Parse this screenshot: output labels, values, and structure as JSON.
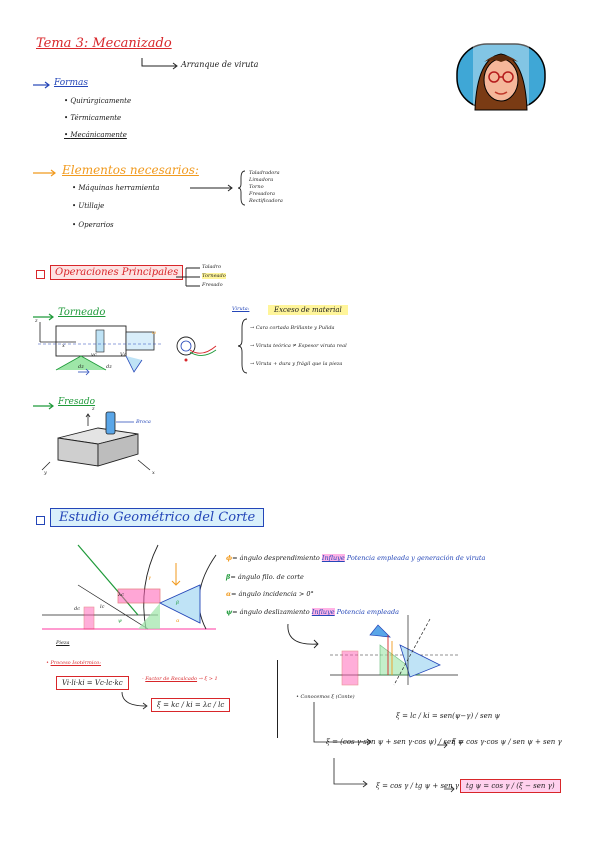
{
  "title": {
    "main": "Tema 3: Mecanizado",
    "sub": "Arranque de viruta"
  },
  "formas": {
    "heading": "Formas",
    "items": [
      "Quirúrgicamente",
      "Térmicamente",
      "Mecánicamente"
    ]
  },
  "elementos": {
    "heading": "Elementos necesarios:",
    "items": [
      "Máquinas herramienta",
      "Utillaje",
      "Operarios"
    ],
    "maquinas": [
      "Taladradora",
      "Limadora",
      "Torno",
      "Fresadora",
      "Rectificadora"
    ]
  },
  "operaciones": {
    "heading": "Operaciones Principales",
    "items": [
      "Taladro",
      "Torneado",
      "Fresado"
    ]
  },
  "torneado": {
    "heading": "Torneado",
    "diagram_labels": [
      "x",
      "z",
      "ω",
      "Vc",
      "vc",
      "dz",
      "dz"
    ],
    "viruta_label": "Viruta:",
    "viruta_def": "Exceso de material",
    "viruta_items": [
      "Cara cortada Brillante y Pulida",
      "Viruta teórica ≠ Espesor viruta real",
      "Viruta + dura y frágil que la pieza"
    ]
  },
  "fresado": {
    "heading": "Fresado",
    "labels": [
      "z",
      "Broca",
      "y",
      "x"
    ]
  },
  "estudio": {
    "heading": "Estudio Geométrico del Corte",
    "defs": [
      {
        "sym": "ϕ",
        "text": "= ángulo desprendimiento",
        "hl": "Influye",
        "tail": "Potencia empleada y generación de viruta"
      },
      {
        "sym": "β",
        "text": "= ángulo filo. de corte",
        "hl": "",
        "tail": ""
      },
      {
        "sym": "α",
        "text": "= ángulo incidencia > 0°",
        "hl": "",
        "tail": ""
      },
      {
        "sym": "ψ",
        "text": "= ángulo deslizamiento",
        "hl": "Influye",
        "tail": "Potencia empleada"
      }
    ],
    "diagram_labels": [
      "γ",
      "β",
      "α",
      "ψ",
      "dc",
      "λc",
      "lc",
      "Pieza"
    ],
    "proceso_label": "Proceso Isotérmico:",
    "proceso_eq": "Vi·li·ki = Vc·lc·kc",
    "factor_label": "Factor de Recalcado",
    "factor_cond": "ξ > 1",
    "factor_eq": "ξ = kc / ki = λc / lc",
    "conocemos": "Conocemos ξ (Conte)",
    "eq1": "ξ = lc / ki = sen(ψ−γ) / sen ψ",
    "eq2": "ξ = (cos γ·sen ψ + sen γ·cos ψ) / sen ψ",
    "eq3": "ξ = cos γ·cos ψ / sen ψ + sen γ",
    "eq4": "ξ = cos γ / tg ψ + sen γ",
    "eq5": "tg ψ = cos γ / (ξ − sen γ)"
  },
  "colors": {
    "red": "#d8262a",
    "blue": "#2446b8",
    "orange": "#f19a1e",
    "green": "#1f9a3a",
    "pink": "#ff5fb5",
    "yellow": "#fff59a"
  }
}
